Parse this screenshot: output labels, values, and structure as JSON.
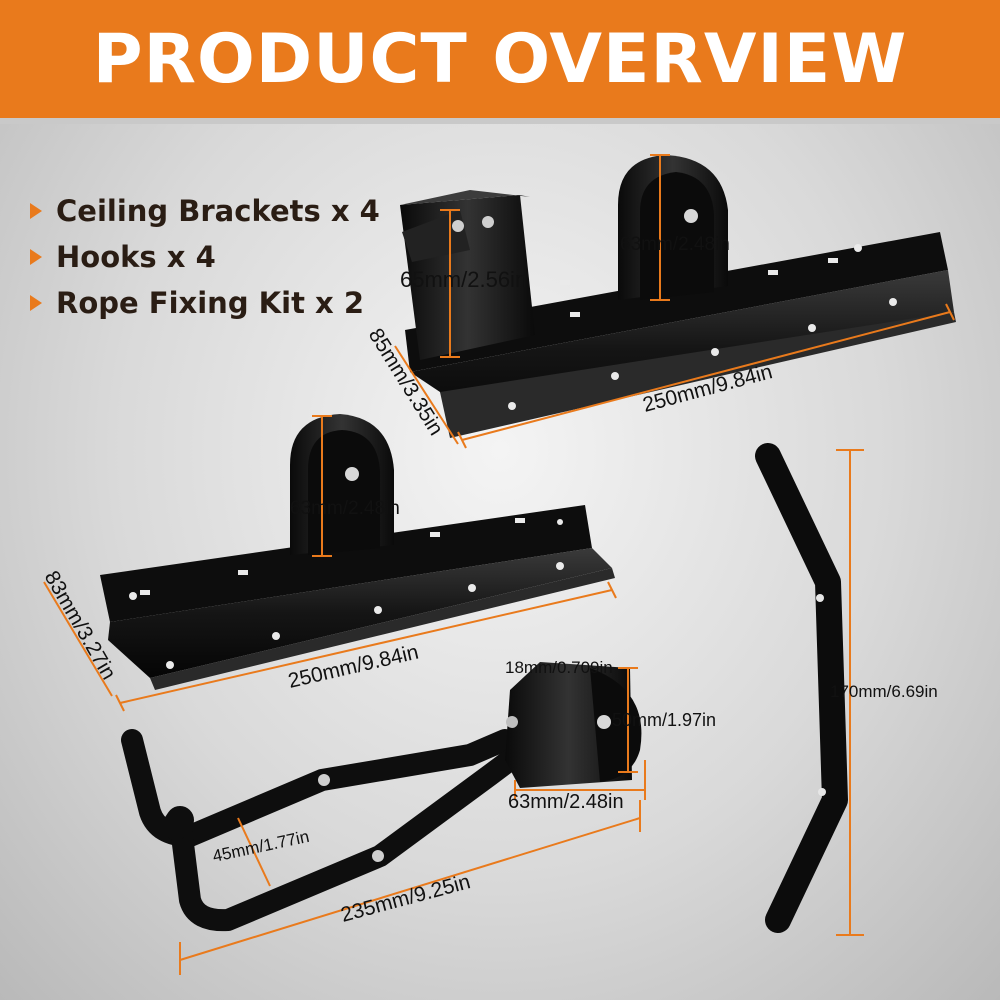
{
  "banner": {
    "title": "PRODUCT OVERVIEW",
    "color": "#e97a1c"
  },
  "contents": [
    {
      "label": "Ceiling Brackets x 4"
    },
    {
      "label": "Hooks x 4"
    },
    {
      "label": "Rope Fixing Kit x 2"
    }
  ],
  "dimensions": {
    "bracket_clip_height": "65mm/2.56in",
    "bracket1_pulley_height": "63mm/2.48in",
    "bracket1_width": "85mm/3.35in",
    "bracket1_length": "250mm/9.84in",
    "bracket2_pulley_height": "63mm/2.48in",
    "bracket2_width": "83mm/3.27in",
    "bracket2_length": "250mm/9.84in",
    "hook_block_width": "18mm/0.709in",
    "hook_block_height": "50mm/1.97in",
    "hook_block_depth": "63mm/2.48in",
    "hook_arm_gap": "45mm/1.77in",
    "hook_length": "235mm/9.25in",
    "rope_bar_length": "170mm/6.69in"
  },
  "colors": {
    "accent": "#e97a1c",
    "metal": "#141414"
  }
}
